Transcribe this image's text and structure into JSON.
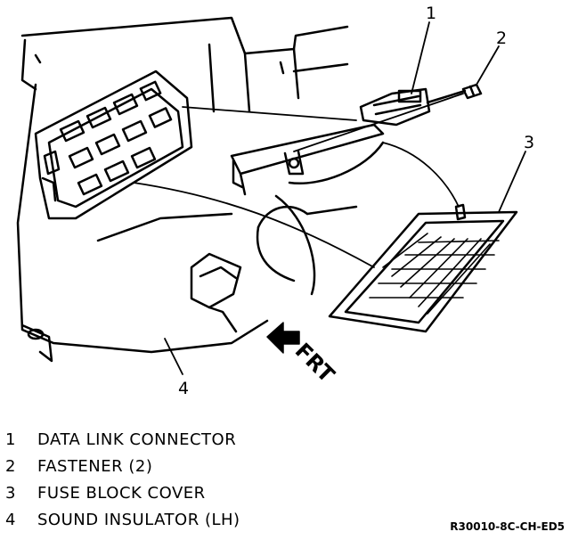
{
  "callouts": [
    "1",
    "2",
    "3",
    "4"
  ],
  "direction_label": "FRT",
  "legend": [
    {
      "num": "1",
      "text": "DATA LINK CONNECTOR"
    },
    {
      "num": "2",
      "text": "FASTENER (2)"
    },
    {
      "num": "3",
      "text": "FUSE BLOCK COVER"
    },
    {
      "num": "4",
      "text": "SOUND INSULATOR (LH)"
    }
  ],
  "reference_code": "R30010-8C-CH-ED5"
}
